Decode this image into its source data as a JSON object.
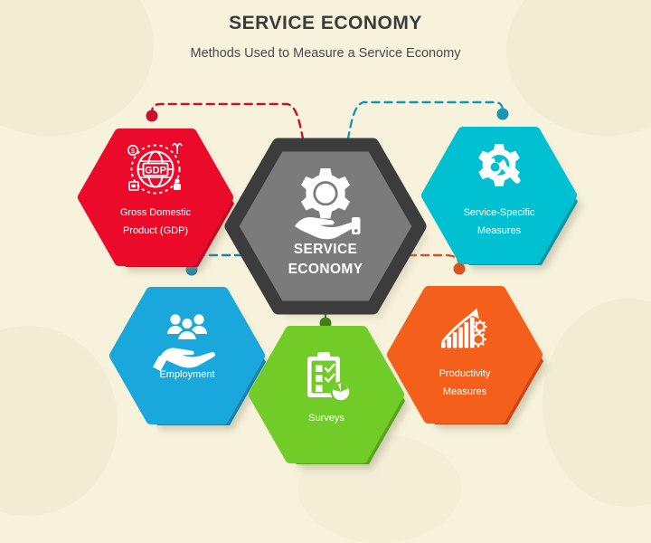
{
  "header": {
    "title": "SERVICE ECONOMY",
    "subtitle": "Methods Used to Measure a Service Economy"
  },
  "center": {
    "line1": "SERVICE",
    "line2": "ECONOMY",
    "icon": "gear-in-hand-icon",
    "fill": "#7b7b7b",
    "border": "#3c3c3c"
  },
  "nodes": [
    {
      "id": "gdp",
      "label_line1": "Gross Domestic",
      "label_line2": "Product (GDP)",
      "icon": "globe-gdp-icon",
      "fill": "#ec0a2b",
      "shade": "#c00a27",
      "connector_color": "#c8102e"
    },
    {
      "id": "service-specific",
      "label_line1": "Service-Specific",
      "label_line2": "Measures",
      "icon": "gear-wrench-icon",
      "fill": "#00c0d2",
      "shade": "#0795a6",
      "connector_color": "#1797b4"
    },
    {
      "id": "employment",
      "label_line1": "Employment",
      "label_line2": "",
      "icon": "people-on-hand-icon",
      "fill": "#1aa7dc",
      "shade": "#1683ad",
      "connector_color": "#1683ad"
    },
    {
      "id": "surveys",
      "label_line1": "Surveys",
      "label_line2": "",
      "icon": "clipboard-checklist-pie-icon",
      "fill": "#72cc28",
      "shade": "#57a61c",
      "connector_color": "#3f7d14"
    },
    {
      "id": "productivity",
      "label_line1": "Productivity",
      "label_line2": "Measures",
      "icon": "growth-chart-gears-icon",
      "fill": "#f4601c",
      "shade": "#cc4715",
      "connector_color": "#d4541b"
    }
  ],
  "colors": {
    "background": "#f7f2dc",
    "title_text": "#3b3b3b",
    "subtitle_text": "#4a4a4a",
    "node_text": "#ffffff"
  }
}
